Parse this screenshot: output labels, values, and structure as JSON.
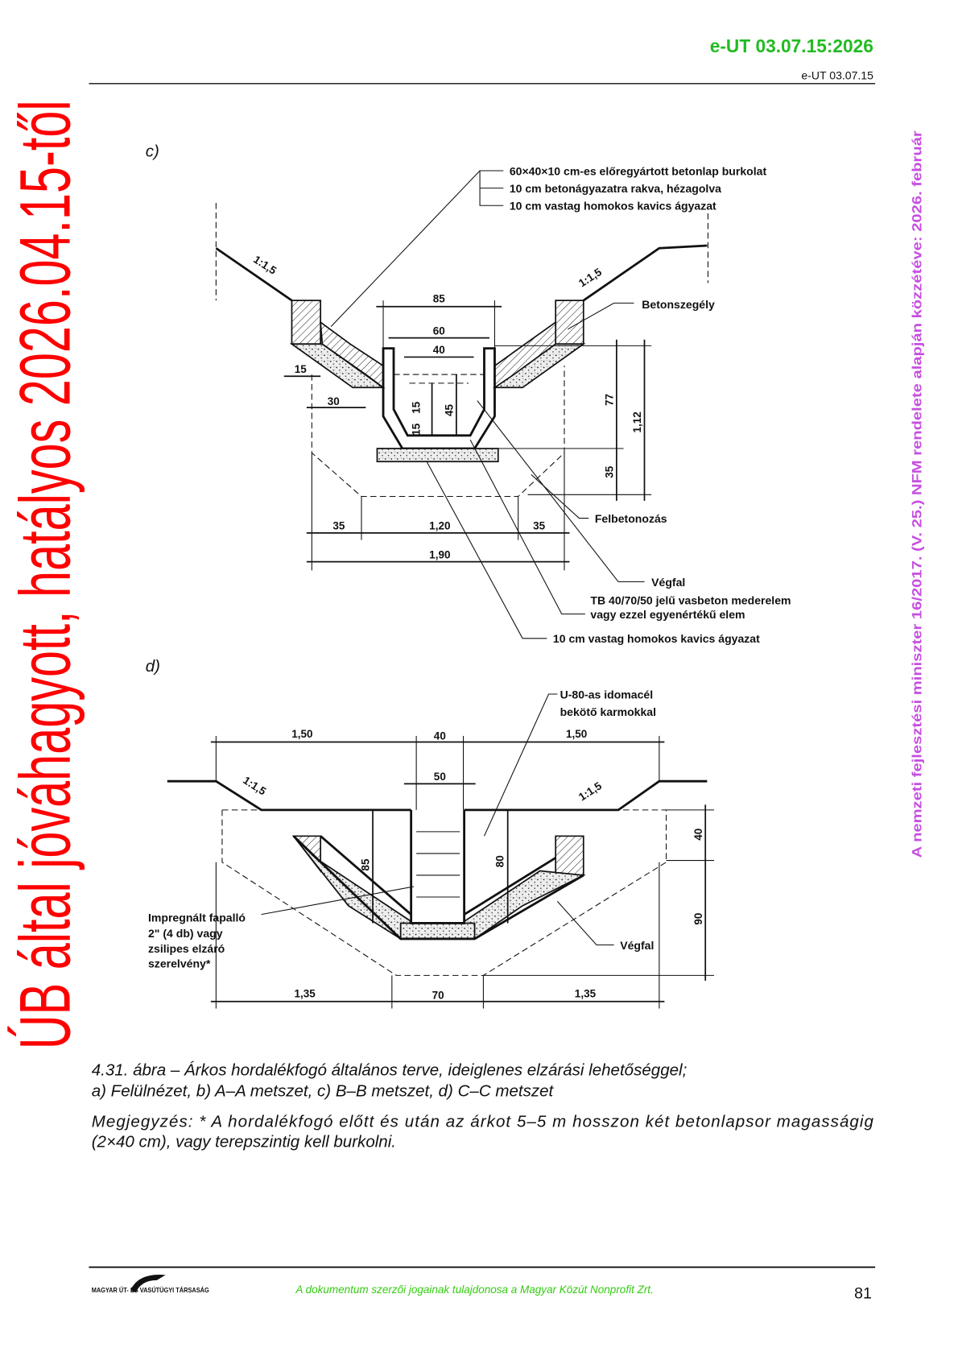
{
  "header": {
    "code_green": "e-UT 03.07.15:2026",
    "code_small": "e-UT 03.07.15"
  },
  "side_note": "A nemzeti fejlesztési miniszter 16/2017. (V. 25.) NFM rendelete alapján közzétéve: 2026. február",
  "watermark": "ÚB által jóváhagyott, hatályos 2026.04.15-től",
  "figure_c": {
    "label": "c)",
    "slope_left": "1:1,5",
    "slope_right": "1:1,5",
    "callouts": [
      "60×40×10 cm-es előregyártott betonlap burkolat",
      "10 cm betonágyazatra rakva, hézagolva",
      "10 cm vastag homokos kavics ágyazat"
    ],
    "betonszegely": "Betonszegély",
    "felbetonozas": "Felbetonozás",
    "vegfal": "Végfal",
    "tb_line1": "TB 40/70/50 jelű vasbeton mederelem",
    "tb_line2": "vagy ezzel egyenértékű elem",
    "kavics": "10 cm vastag homokos kavics ágyazat",
    "dims": {
      "d85": "85",
      "d60": "60",
      "d40": "40",
      "d15a": "15",
      "d30": "30",
      "d15b": "15",
      "d15c": "15",
      "d45": "45",
      "d77": "77",
      "d112": "1,12",
      "d35v": "35",
      "d35l": "35",
      "d120": "1,20",
      "d35r": "35",
      "d190": "1,90"
    }
  },
  "figure_d": {
    "label": "d)",
    "slope_left": "1:1,5",
    "slope_right": "1:1,5",
    "u80_line1": "U-80-as idomacél",
    "u80_line2": "bekötő karmokkal",
    "impregnalt": [
      "Impregnált fapalló",
      "2\" (4 db) vagy",
      "zsilipes elzáró",
      "szerelvény*"
    ],
    "vegfal": "Végfal",
    "dims": {
      "d150l": "1,50",
      "d40": "40",
      "d150r": "1,50",
      "d50": "50",
      "d85": "85",
      "d80": "80",
      "d40v": "40",
      "d90": "90",
      "d135l": "1,35",
      "d70": "70",
      "d135r": "1,35"
    }
  },
  "caption": {
    "line1": "4.31. ábra – Árkos hordalékfogó általános terve, ideiglenes elzárási lehetőséggel;",
    "line2": "a) Felülnézet, b) A–A metszet, c) B–B metszet, d) C–C metszet"
  },
  "note": {
    "line1": "Megjegyzés: * A hordalékfogó előtt és után az árkot 5–5 m hosszon két betonlapsor magasságig",
    "line2": "(2×40 cm), vagy terepszintig kell burkolni."
  },
  "footer": {
    "logo_text": "MAGYAR ÚT- ÉS VASÚTÜGYI TÁRSASÁG",
    "copyright": "A dokumentum szerzői jogainak tulajdonosa a Magyar Közút Nonprofit Zrt.",
    "page_number": "81"
  },
  "colors": {
    "green": "#22bb22",
    "purple": "#c64fe0",
    "red": "#ff0000"
  }
}
